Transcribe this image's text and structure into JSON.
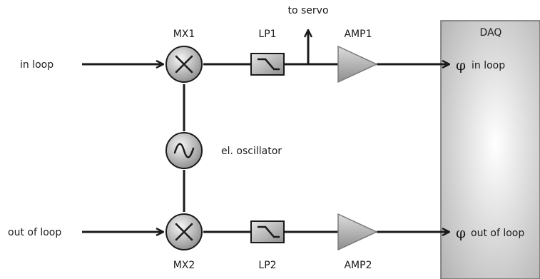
{
  "inputs": {
    "in_loop": "in loop",
    "out_of_loop": "out of loop"
  },
  "mixers": {
    "top": "MX1",
    "bottom": "MX2"
  },
  "oscillator": {
    "label": "el. oscillator"
  },
  "filters": {
    "top": "LP1",
    "bottom": "LP2"
  },
  "amplifiers": {
    "top": "AMP1",
    "bottom": "AMP2"
  },
  "servo": {
    "label": "to servo"
  },
  "daq": {
    "title": "DAQ",
    "phi_symbol": "φ",
    "channel_in": "in loop",
    "channel_out": "out of loop"
  },
  "colors": {
    "line": "#1a1a1a",
    "component_light": "#f4f4f4",
    "component_dark": "#8e8e8e",
    "daq_light": "#ffffff",
    "daq_dark": "#b5b5b5"
  }
}
